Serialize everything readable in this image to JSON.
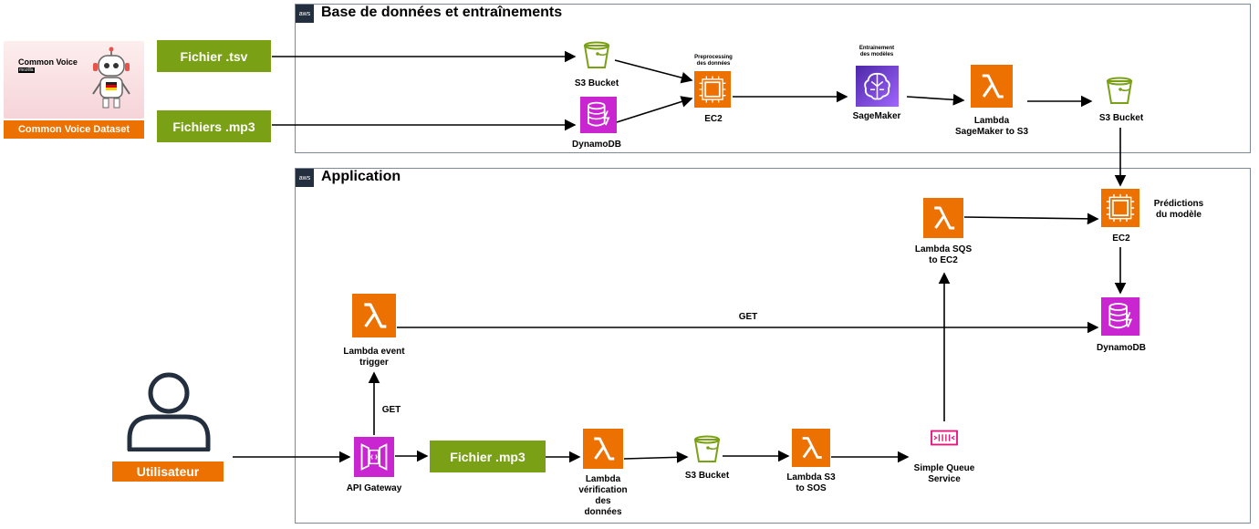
{
  "groups": {
    "training": {
      "title": "Base de données et entraînements",
      "badge": "aws"
    },
    "application": {
      "title": "Application",
      "badge": "aws"
    }
  },
  "dataset": {
    "logo_text": "Common Voice",
    "logo_sub": "mozilla",
    "label": "Common Voice Dataset"
  },
  "training": {
    "file_tsv": "Fichier .tsv",
    "file_mp3": "Fichiers .mp3",
    "s3_bucket_1": "S3 Bucket",
    "dynamodb_1": "DynamoDB",
    "preprocessing_note": "Preprocessing\ndes données",
    "ec2_1": "EC2",
    "training_note": "Entrainement\ndes modèles",
    "sagemaker": "SageMaker",
    "lambda_sm": "Lambda\nSageMaker to S3",
    "s3_bucket_2": "S3 Bucket"
  },
  "application": {
    "predictions_note": "Prédictions\ndu modèle",
    "ec2_2": "EC2",
    "lambda_sqs": "Lambda SQS\nto EC2",
    "dynamodb_2": "DynamoDB",
    "lambda_event": "Lambda event\ntrigger",
    "get_top": "GET",
    "get_left": "GET",
    "user": "Utilisateur",
    "api_gateway": "API Gateway",
    "file_mp3": "Fichier .mp3",
    "lambda_verif": "Lambda\nvérification\ndes\ndonnées",
    "s3_bucket_3": "S3 Bucket",
    "lambda_s3": "Lambda S3\nto SOS",
    "sqs": "Simple Queue\nService"
  },
  "colors": {
    "compute": "#ed7100",
    "database": "#c925d1",
    "storage": "#7aa116",
    "ml": "#4d27a8",
    "group_border": "#7d8998"
  },
  "icons": [
    "s3-bucket-icon",
    "dynamodb-icon",
    "ec2-icon",
    "sagemaker-icon",
    "lambda-icon",
    "api-gateway-icon",
    "sqs-icon",
    "user-icon"
  ]
}
